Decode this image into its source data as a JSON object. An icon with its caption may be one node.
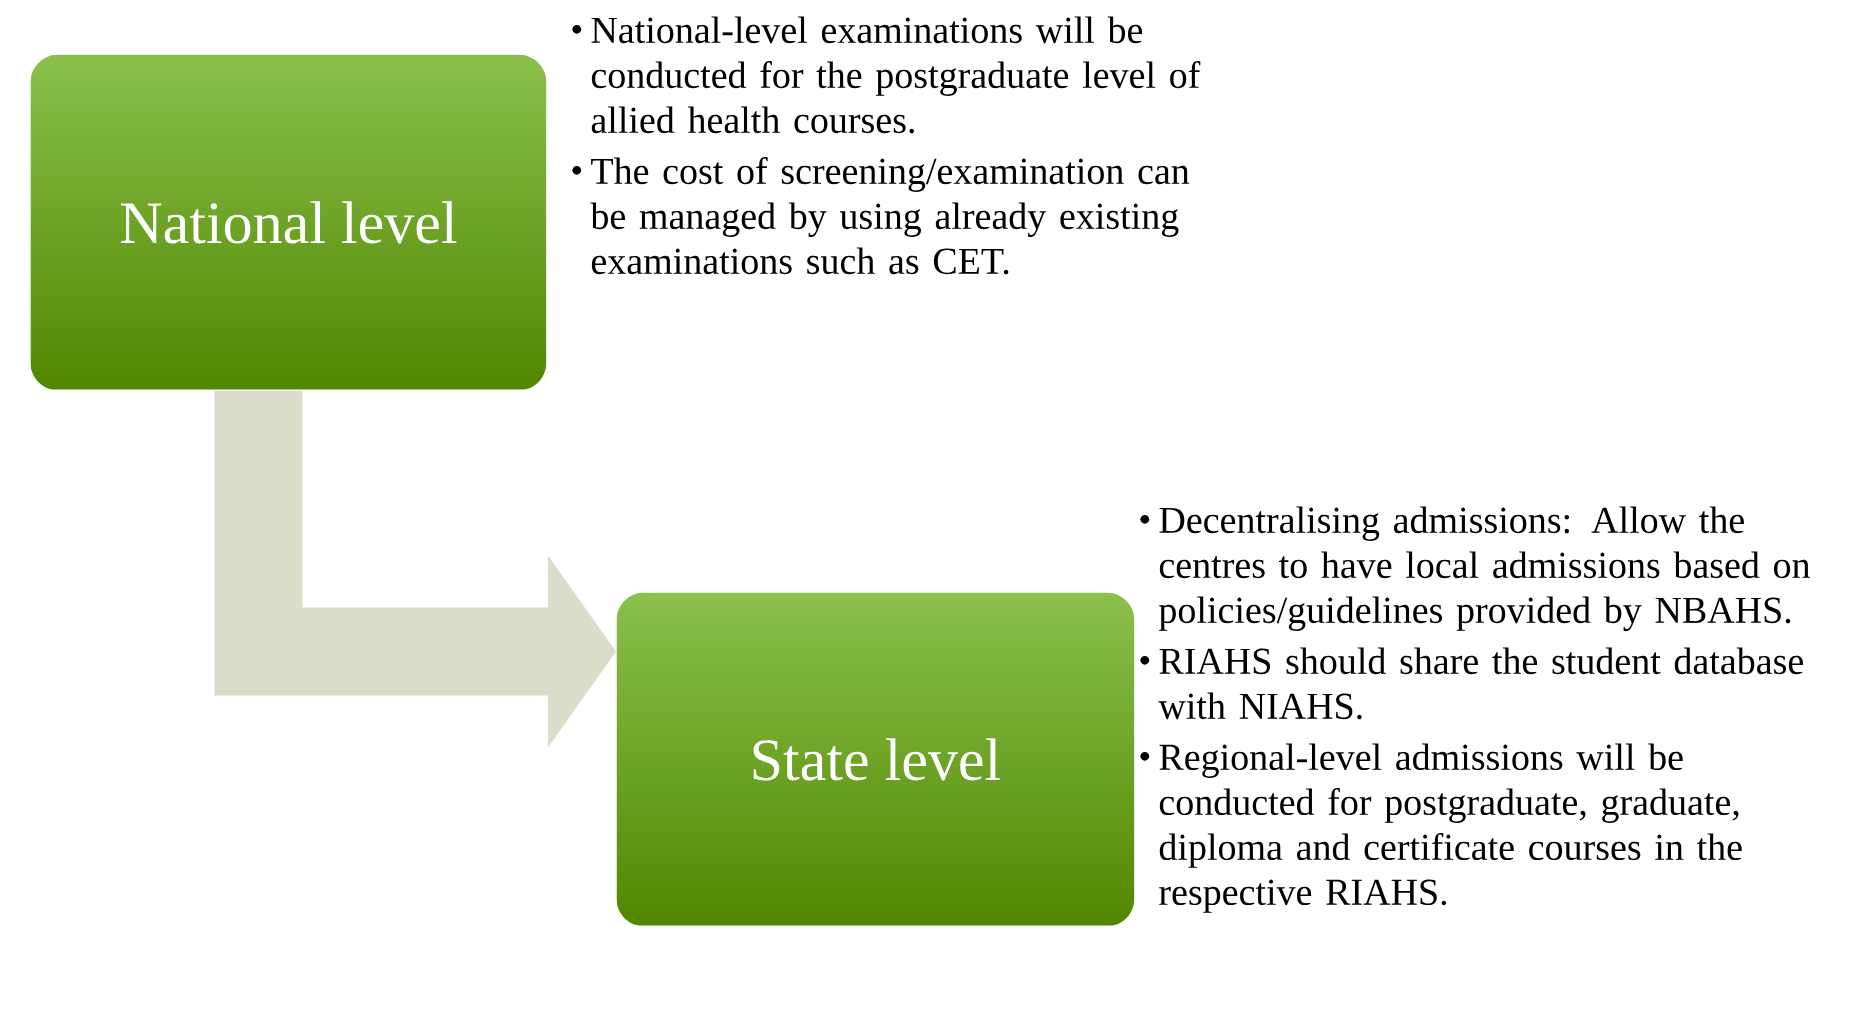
{
  "diagram": {
    "nodes": [
      {
        "text": [
          "National level"
        ],
        "beside": [
          "National-level examinations will be conducted for the postgraduate level of allied health courses.",
          "The cost of screening/examination can be managed by using already existing examinations such as CET."
        ]
      },
      {
        "text": [
          "State level"
        ],
        "beside": [
          "Decentralising admissions: Allow the centres to have local admissions based on policies/guidelines provided by NBAHS.",
          "RIAHS should share the student database with NIAHS.",
          "Regional-level admissions will be conducted for postgraduate, graduate, diploma and certificate courses in the respective RIAHS."
        ]
      }
    ],
    "edges": [
      {
        "from": 0,
        "to": 1,
        "arrow": "to"
      }
    ]
  }
}
